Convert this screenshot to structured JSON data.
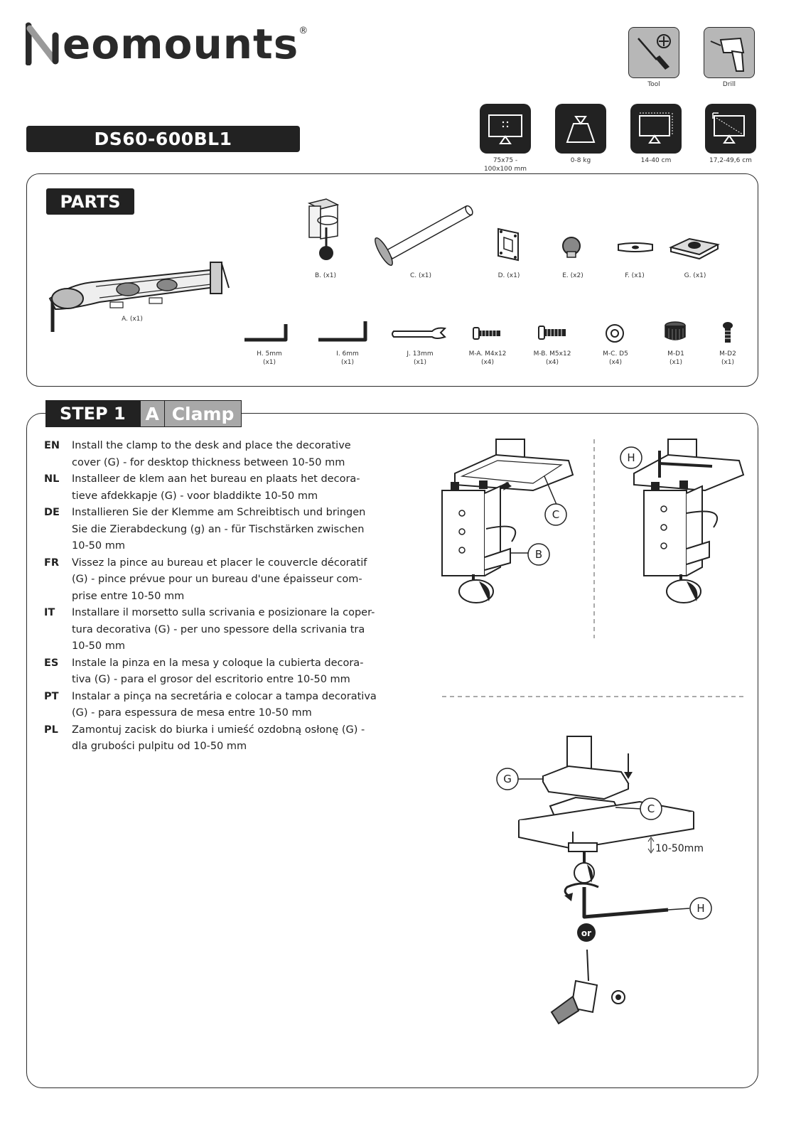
{
  "brand": {
    "name": "eomounts",
    "registered": "®"
  },
  "model": "DS60-600BL1",
  "tools": [
    {
      "icon": "screwdriver-icon",
      "label": "Tool"
    },
    {
      "icon": "drill-icon",
      "label": "Drill"
    }
  ],
  "specs": [
    {
      "icon": "vesa-icon",
      "label": "75x75 -\n100x100 mm"
    },
    {
      "icon": "weight-icon",
      "label": "0-8 kg"
    },
    {
      "icon": "screen-size-icon",
      "label": "14-40 cm"
    },
    {
      "icon": "screen-diagonal-icon",
      "label": "17,2-49,6 cm"
    }
  ],
  "parts": {
    "title": "PARTS",
    "row1": [
      {
        "id": "A",
        "label": "A. (x1)"
      },
      {
        "id": "B",
        "label": "B. (x1)"
      },
      {
        "id": "C",
        "label": "C. (x1)"
      },
      {
        "id": "D",
        "label": "D. (x1)"
      },
      {
        "id": "E",
        "label": "E. (x2)"
      },
      {
        "id": "F",
        "label": "F. (x1)"
      },
      {
        "id": "G",
        "label": "G. (x1)"
      }
    ],
    "row2": [
      {
        "id": "H",
        "label": "H. 5mm",
        "qty": "(x1)"
      },
      {
        "id": "I",
        "label": "I. 6mm",
        "qty": "(x1)"
      },
      {
        "id": "J",
        "label": "J. 13mm",
        "qty": "(x1)"
      },
      {
        "id": "M-A",
        "label": "M-A. M4x12",
        "qty": "(x4)"
      },
      {
        "id": "M-B",
        "label": "M-B. M5x12",
        "qty": "(x4)"
      },
      {
        "id": "M-C",
        "label": "M-C. D5",
        "qty": "(x4)"
      },
      {
        "id": "M-D1",
        "label": "M-D1",
        "qty": "(x1)"
      },
      {
        "id": "M-D2",
        "label": "M-D2",
        "qty": "(x1)"
      }
    ]
  },
  "step": {
    "number": "STEP 1",
    "letter": "A",
    "name": "Clamp",
    "instructions": [
      {
        "code": "EN",
        "text": "Install the clamp to the desk and place the decorative cover (G) - for desktop thickness between 10-50 mm"
      },
      {
        "code": "NL",
        "text": "Installeer de klem aan het bureau en plaats het decora-tieve afdekkapje (G) - voor bladdikte 10-50 mm"
      },
      {
        "code": "DE",
        "text": "Installieren Sie der Klemme am Schreibtisch und bringen Sie die Zierabdeckung (g) an - für Tischstärken zwischen 10-50 mm"
      },
      {
        "code": "FR",
        "text": "Vissez la pince au bureau et placer le couvercle décoratif (G) - pince prévue pour un bureau d'une épaisseur com-prise entre 10-50 mm"
      },
      {
        "code": "IT",
        "text": "Installare il morsetto sulla scrivania e posizionare la coper-tura decorativa (G) - per uno spessore della scrivania tra 10-50 mm"
      },
      {
        "code": "ES",
        "text": "Instale la pinza en la mesa y coloque la cubierta decora-tiva (G) - para el grosor del escritorio entre 10-50 mm"
      },
      {
        "code": "PT",
        "text": "Instalar a pinça na secretária e colocar a tampa decorativa (G) - para espessura de mesa entre 10-50 mm"
      },
      {
        "code": "PL",
        "text": "Zamontuj zacisk do biurka i umieść ozdobną osłonę (G) - dla grubości pulpitu od 10-50 mm"
      }
    ],
    "callouts": {
      "c": "C",
      "b": "B",
      "h": "H",
      "g": "G"
    },
    "thickness": "10-50mm",
    "or": "or"
  }
}
